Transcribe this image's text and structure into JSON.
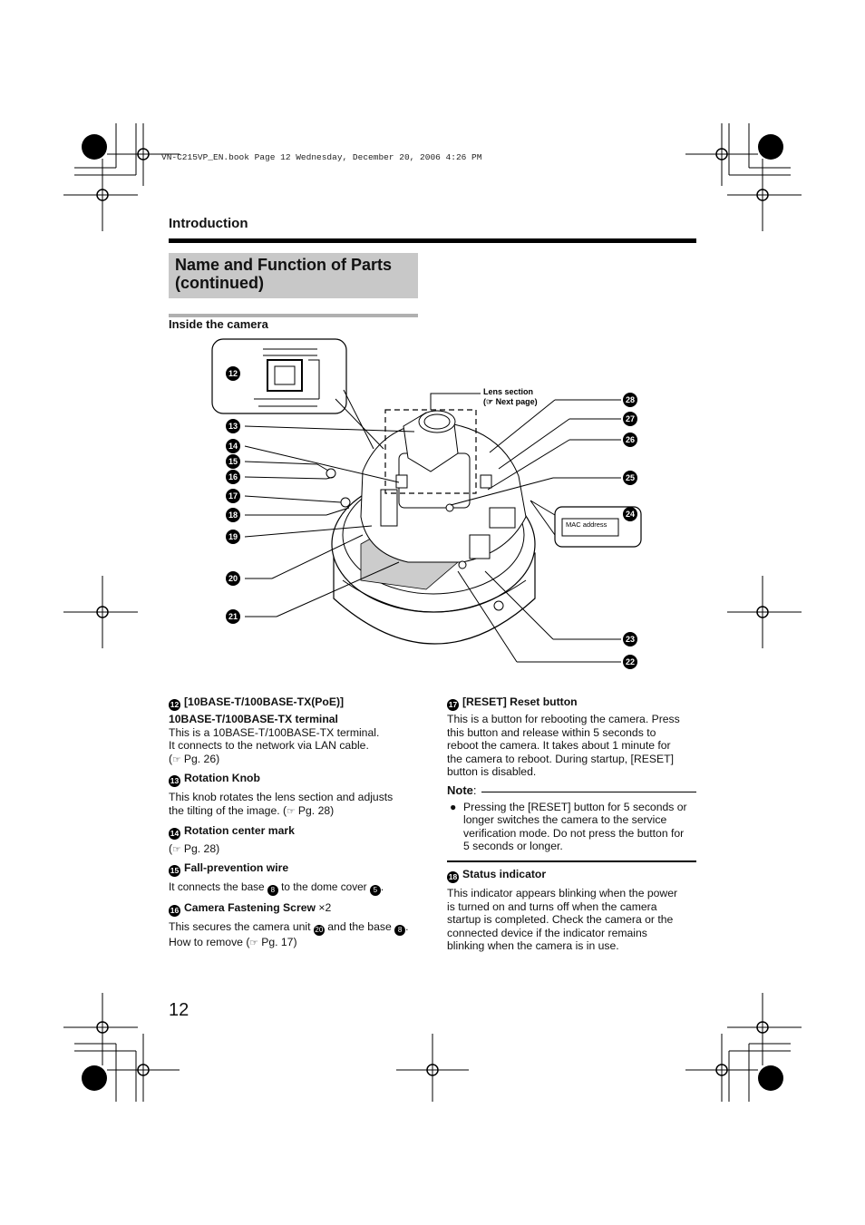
{
  "file_header": "VN-C215VP_EN.book  Page 12  Wednesday, December 20, 2006  4:26 PM",
  "section": "Introduction",
  "title_line1": "Name and Function of Parts",
  "title_line2": "(continued)",
  "subheading": "Inside the camera",
  "diagram": {
    "lens_section_label": "Lens section",
    "next_page_ref": "Next page)",
    "mac_label": "MAC address",
    "callouts": [
      "12",
      "13",
      "14",
      "15",
      "16",
      "17",
      "18",
      "19",
      "20",
      "21",
      "22",
      "23",
      "24",
      "25",
      "26",
      "27",
      "28"
    ]
  },
  "left_items": [
    {
      "num": "12",
      "title": "[10BASE-T/100BASE-TX(PoE)]",
      "title2": "10BASE-T/100BASE-TX terminal",
      "body": [
        "This is a 10BASE-T/100BASE-TX terminal.",
        "It connects to the network via LAN cable."
      ],
      "ref": " Pg. 26)"
    },
    {
      "num": "13",
      "title": "Rotation Knob",
      "body": [
        "This knob rotates the lens section and adjusts",
        "the tilting of the image. ("
      ],
      "ref": " Pg. 28)"
    },
    {
      "num": "14",
      "title": "Rotation center mark",
      "ref": " Pg. 28)"
    },
    {
      "num": "15",
      "title": "Fall-prevention wire",
      "body_a": "It connects the base ",
      "ref_num_a": "8",
      "body_b": " to the dome cover ",
      "ref_num_b": "5",
      "body_c": "."
    },
    {
      "num": "16",
      "title": "Camera Fastening Screw ",
      "title_mult": "×2",
      "body_a": "This secures the camera unit ",
      "ref_num_a": "20",
      "body_b": " and the base ",
      "ref_num_b": "8",
      "body_c": ".",
      "body2": "How to remove (",
      "ref": " Pg. 17)"
    }
  ],
  "right_items": [
    {
      "num": "17",
      "title": "[RESET] Reset button",
      "body": [
        "This is a button for rebooting the camera. Press",
        "this button and release within 5 seconds to",
        "reboot the camera. It takes about 1 minute for",
        "the camera to reboot. During startup, [RESET]",
        "button is disabled."
      ]
    },
    {
      "note_title": "Note",
      "note_body": [
        "Pressing the [RESET] button for 5 seconds or",
        "longer switches the camera to the service",
        "verification mode. Do not press the button for",
        "5 seconds or longer."
      ]
    },
    {
      "num": "18",
      "title": "Status indicator",
      "body": [
        "This indicator appears blinking when the power",
        "is turned on and turns off when the camera",
        "startup is completed. Check the camera or the",
        "connected device if the indicator remains",
        "blinking when the camera is in use."
      ]
    }
  ],
  "page_number": "12"
}
